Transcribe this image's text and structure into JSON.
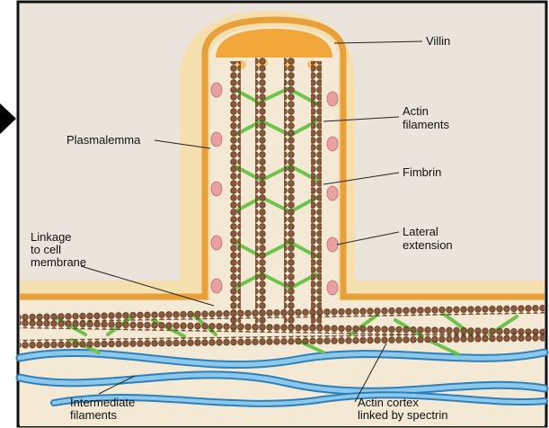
{
  "labels": {
    "villin": "Villin",
    "actin_line1": "Actin",
    "actin_line2": "filaments",
    "plasmalemma": "Plasmalemma",
    "fimbrin": "Fimbrin",
    "linkage_line1": "Linkage",
    "linkage_line2": "to cell",
    "linkage_line3": "membrane",
    "lateral_line1": "Lateral",
    "lateral_line2": "extension",
    "intermediate_line1": "Intermediate",
    "intermediate_line2": "filaments",
    "cortex_line1": "Actin cortex",
    "cortex_line2": "linked by spectrin"
  },
  "colors": {
    "background": "#ebe4dc",
    "membrane_outer": "#f6dfae",
    "membrane_orange": "#e8a13a",
    "cytoplasm": "#f4e9d4",
    "cap": "#f2a73a",
    "actin": "#8a5a3a",
    "actin_dark": "#5a3520",
    "fimbrin": "#6cc24a",
    "lateral_node": "#e8a0a0",
    "intermediate": "#6ab4e0",
    "intermediate_dark": "#2f7fb8"
  }
}
